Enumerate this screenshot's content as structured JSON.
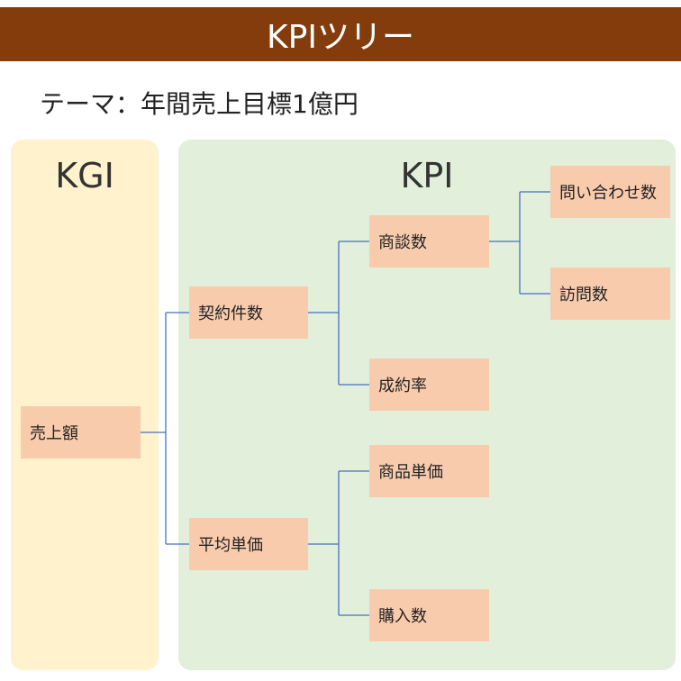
{
  "title": "KPIツリー",
  "theme": "テーマ：年間売上目標1億円",
  "panels": {
    "kgi_label": "KGI",
    "kpi_label": "KPI"
  },
  "nodes": {
    "uriagegaku": "売上額",
    "keiyaku_kensu": "契約件数",
    "heikin_tanka": "平均単価",
    "shodan_su": "商談数",
    "seiyaku_ritsu": "成約率",
    "shohin_tanka": "商品単価",
    "konyu_su": "購入数",
    "toiawase_su": "問い合わせ数",
    "homon_su": "訪問数"
  },
  "colors": {
    "title_bar": "#843c0c",
    "kgi_panel": "#fff2cc",
    "kpi_panel": "#e2efda",
    "node_fill": "#f8cbad",
    "connector": "#4472c4"
  }
}
